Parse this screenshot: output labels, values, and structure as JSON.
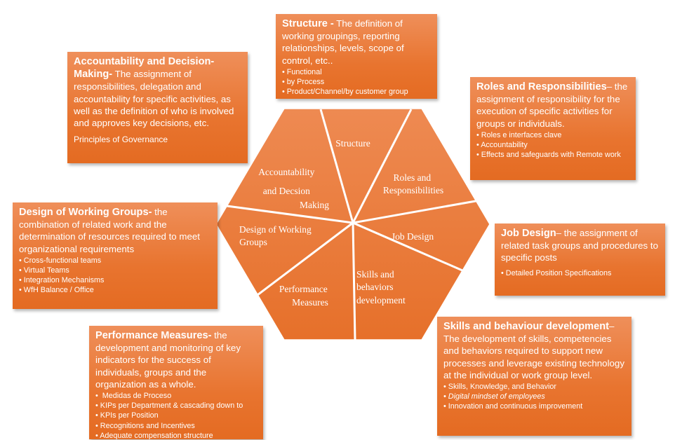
{
  "colors": {
    "orange": "#e8742f",
    "orange_light": "#ef8f5a",
    "text": "#ffffff"
  },
  "hexagon_labels": {
    "structure": "Structure",
    "roles": [
      "Roles and",
      "Responsibilities"
    ],
    "job_design": "Job Design",
    "skills": [
      "Skills and",
      "behaviors",
      "development"
    ],
    "performance": [
      "Performance",
      "Measures"
    ],
    "design_groups": [
      "Design of Working",
      "Groups"
    ],
    "accountability": [
      "Accountability",
      "and Decsion",
      "Making"
    ]
  },
  "boxes": {
    "structure": {
      "title": "Structure -",
      "desc": " The definition of working groupings, reporting relationships, levels, scope of control, etc..",
      "bullets": [
        "Functional",
        "by Process",
        "Product/Channel/by customer group"
      ]
    },
    "accountability": {
      "title": "Accountability and Decision-Making-",
      "desc": "  The assignment of responsibilities, delegation and accountability for specific activities, as well as the definition of who is involved and approves key decisions, etc.",
      "extra": "Principles of Governance"
    },
    "roles": {
      "title": "Roles and Responsibilities",
      "desc": "– the assignment of responsibility for the execution of specific activities for groups or individuals.",
      "bullets": [
        "Roles e interfaces clave",
        "Accountability",
        "Effects and safeguards with Remote work"
      ]
    },
    "design_groups": {
      "title": "Design of Working Groups-",
      "desc": "  the combination of related work and the determination of resources required to meet organizational requirements",
      "bullets": [
        "Cross-functional teams",
        "Virtual Teams",
        "Integration Mechanisms",
        "WfH Balance / Office"
      ]
    },
    "job_design": {
      "title": "Job Design",
      "desc": "– the assignment of related task groups and procedures to specific posts",
      "bullets": [
        "Detailed Position Specifications"
      ]
    },
    "performance": {
      "title": "Performance Measures-",
      "desc": " the development and monitoring of key indicators for the success of individuals, groups and the organization as a whole.",
      "bullets": [
        " Medidas de Proceso",
        "KIPs per Department & cascading down to",
        "KPIs per Position",
        "Recognitions and Incentives",
        "Adequate compensation structure"
      ]
    },
    "skills": {
      "title": "Skills and behaviour development",
      "desc": "– The development of skills, competencies and behaviors required to support new processes and leverage existing technology at the individual or work group level.",
      "bullets": [
        "Skills, Knowledge, and Behavior",
        "Digital mindset of employees",
        "Innovation and continuous improvement"
      ]
    }
  }
}
